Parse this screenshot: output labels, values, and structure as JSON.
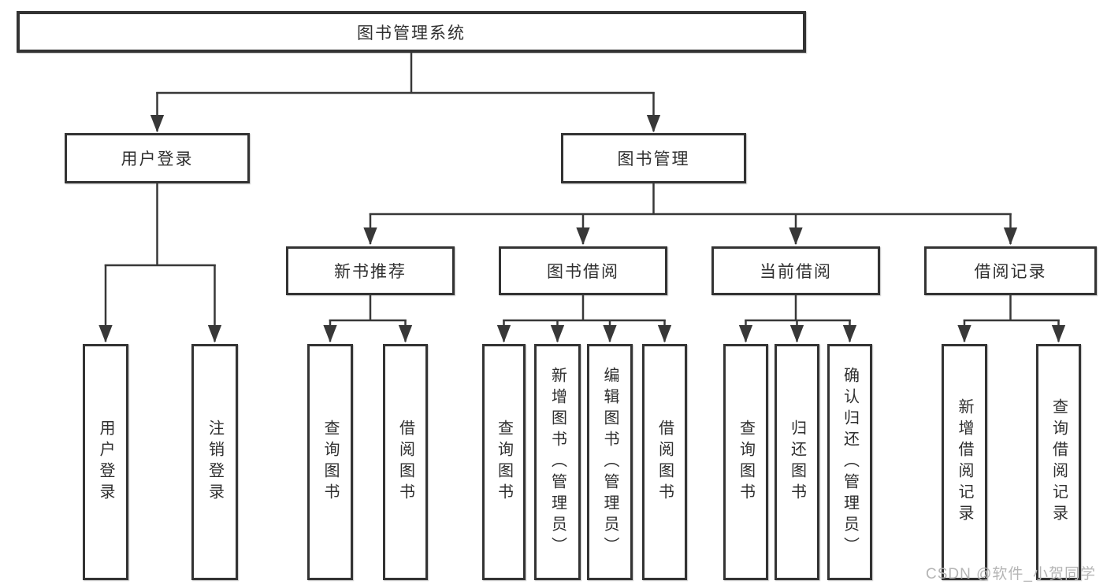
{
  "tree": {
    "label": "图书管理系统",
    "children": [
      {
        "label": "用户登录",
        "children": [
          {
            "label": "用户登录"
          },
          {
            "label": "注销登录"
          }
        ]
      },
      {
        "label": "图书管理",
        "children": [
          {
            "label": "新书推荐",
            "children": [
              {
                "label": "查询图书"
              },
              {
                "label": "借阅图书"
              }
            ]
          },
          {
            "label": "图书借阅",
            "children": [
              {
                "label": "查询图书"
              },
              {
                "label": "新增图书（管理员）"
              },
              {
                "label": "编辑图书（管理员）"
              },
              {
                "label": "借阅图书"
              }
            ]
          },
          {
            "label": "当前借阅",
            "children": [
              {
                "label": "查询图书"
              },
              {
                "label": "归还图书"
              },
              {
                "label": "确认归还（管理员）"
              }
            ]
          },
          {
            "label": "借阅记录",
            "children": [
              {
                "label": "新增借阅记录"
              },
              {
                "label": "查询借阅记录"
              }
            ]
          }
        ]
      }
    ]
  },
  "watermark": {
    "text": "CSDN @软件_小贺同学"
  },
  "colors": {
    "line": "#383838",
    "box_border": "#333333",
    "box_fill": "#ffffff",
    "text": "#2f2f2f",
    "watermark": "#b5b5b5"
  }
}
